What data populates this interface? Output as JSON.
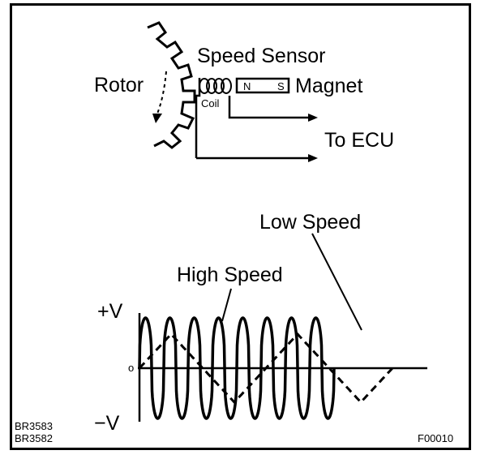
{
  "labels": {
    "speed_sensor": "Speed Sensor",
    "rotor": "Rotor",
    "magnet": "Magnet",
    "magnet_n": "N",
    "magnet_s": "S",
    "coil": "Coil",
    "to_ecu": "To ECU",
    "low_speed": "Low Speed",
    "high_speed": "High Speed",
    "plus_v": "+V",
    "minus_v": "−V",
    "zero": "o"
  },
  "codes": {
    "left_1": "BR3583",
    "left_2": "BR3582",
    "right": "F00010"
  },
  "waveforms": {
    "high_speed_cycles": 8,
    "low_speed_cycles": 2,
    "high_speed_style": "solid",
    "low_speed_style": "dashed"
  },
  "colors": {
    "ink": "#000000",
    "paper": "#ffffff"
  }
}
